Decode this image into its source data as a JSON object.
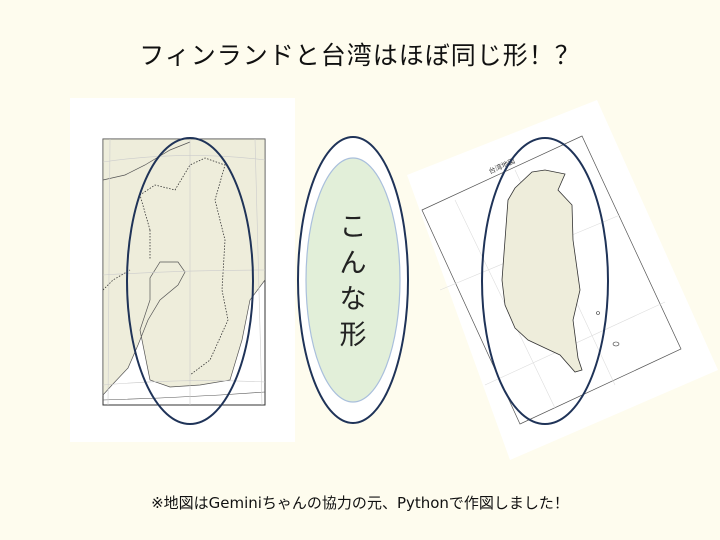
{
  "slide": {
    "title": "フィンランドと台湾はほぼ同じ形！？",
    "center_label": [
      "こ",
      "ん",
      "な",
      "形"
    ],
    "caption": "※地図はGeminiちゃんの協力の元、Pythonで作図しました！",
    "taiwan_map_title": "台湾地図"
  },
  "colors": {
    "background": "#fefcee",
    "ellipse_stroke": "#1f3358",
    "land": "#eeeddb",
    "center_fill": "#e2efd9"
  }
}
